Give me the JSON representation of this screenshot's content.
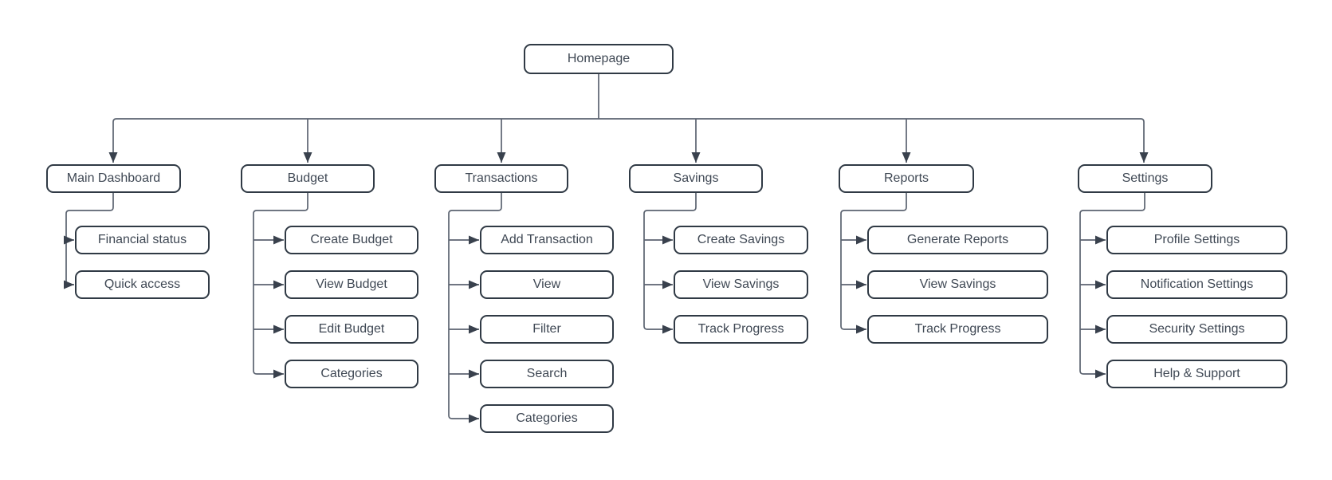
{
  "diagram": {
    "type": "sitemap-flowchart",
    "root": {
      "label": "Homepage"
    },
    "branches": [
      {
        "label": "Main Dashboard",
        "children": [
          "Financial status",
          "Quick access"
        ]
      },
      {
        "label": "Budget",
        "children": [
          "Create Budget",
          "View Budget",
          "Edit Budget",
          "Categories"
        ]
      },
      {
        "label": "Transactions",
        "children": [
          "Add Transaction",
          "View",
          "Filter",
          "Search",
          "Categories"
        ]
      },
      {
        "label": "Savings",
        "children": [
          "Create Savings",
          "View Savings",
          "Track Progress"
        ]
      },
      {
        "label": "Reports",
        "children": [
          "Generate Reports",
          "View Savings",
          "Track Progress"
        ]
      },
      {
        "label": "Settings",
        "children": [
          "Profile Settings",
          "Notification Settings",
          "Security Settings",
          "Help & Support"
        ]
      }
    ],
    "colors": {
      "background": "#ffffff",
      "node_fill": "#ffffff",
      "node_border": "#303a45",
      "node_text": "#3f4854",
      "connector_line": "#5b6370",
      "arrowhead": "#39414d"
    }
  }
}
